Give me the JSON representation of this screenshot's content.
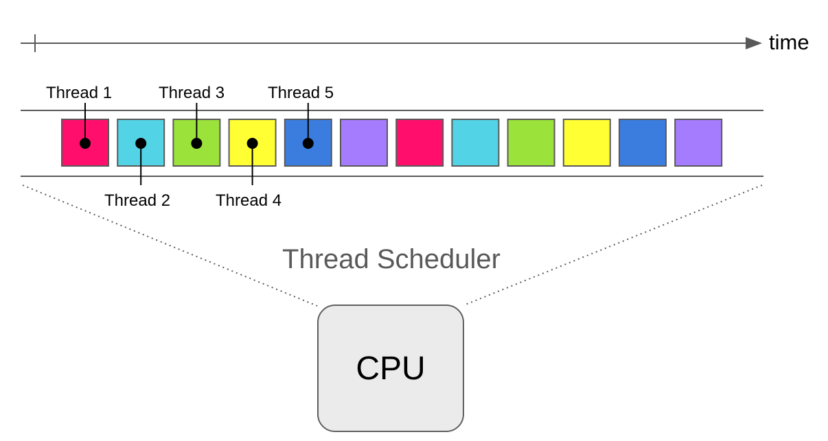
{
  "timeline": {
    "label": "time"
  },
  "threads": [
    {
      "label": "Thread 1",
      "color": "#ff0f6b"
    },
    {
      "label": "Thread 2",
      "color": "#52d4e6"
    },
    {
      "label": "Thread 3",
      "color": "#9be23a"
    },
    {
      "label": "Thread 4",
      "color": "#ffff33"
    },
    {
      "label": "Thread 5",
      "color": "#3b7ddf"
    }
  ],
  "slots": [
    {
      "thread": "Thread 1",
      "color": "#ff0f6b"
    },
    {
      "thread": "Thread 2",
      "color": "#52d4e6"
    },
    {
      "thread": "Thread 3",
      "color": "#9be23a"
    },
    {
      "thread": "Thread 4",
      "color": "#ffff33"
    },
    {
      "thread": "Thread 5",
      "color": "#3b7ddf"
    },
    {
      "thread": "",
      "color": "#a67cff"
    },
    {
      "thread": "Thread 1",
      "color": "#ff0f6b"
    },
    {
      "thread": "Thread 2",
      "color": "#52d4e6"
    },
    {
      "thread": "Thread 3",
      "color": "#9be23a"
    },
    {
      "thread": "Thread 4",
      "color": "#ffff33"
    },
    {
      "thread": "Thread 5",
      "color": "#3b7ddf"
    },
    {
      "thread": "",
      "color": "#a67cff"
    }
  ],
  "scheduler": {
    "label": "Thread Scheduler"
  },
  "cpu": {
    "label": "CPU"
  }
}
